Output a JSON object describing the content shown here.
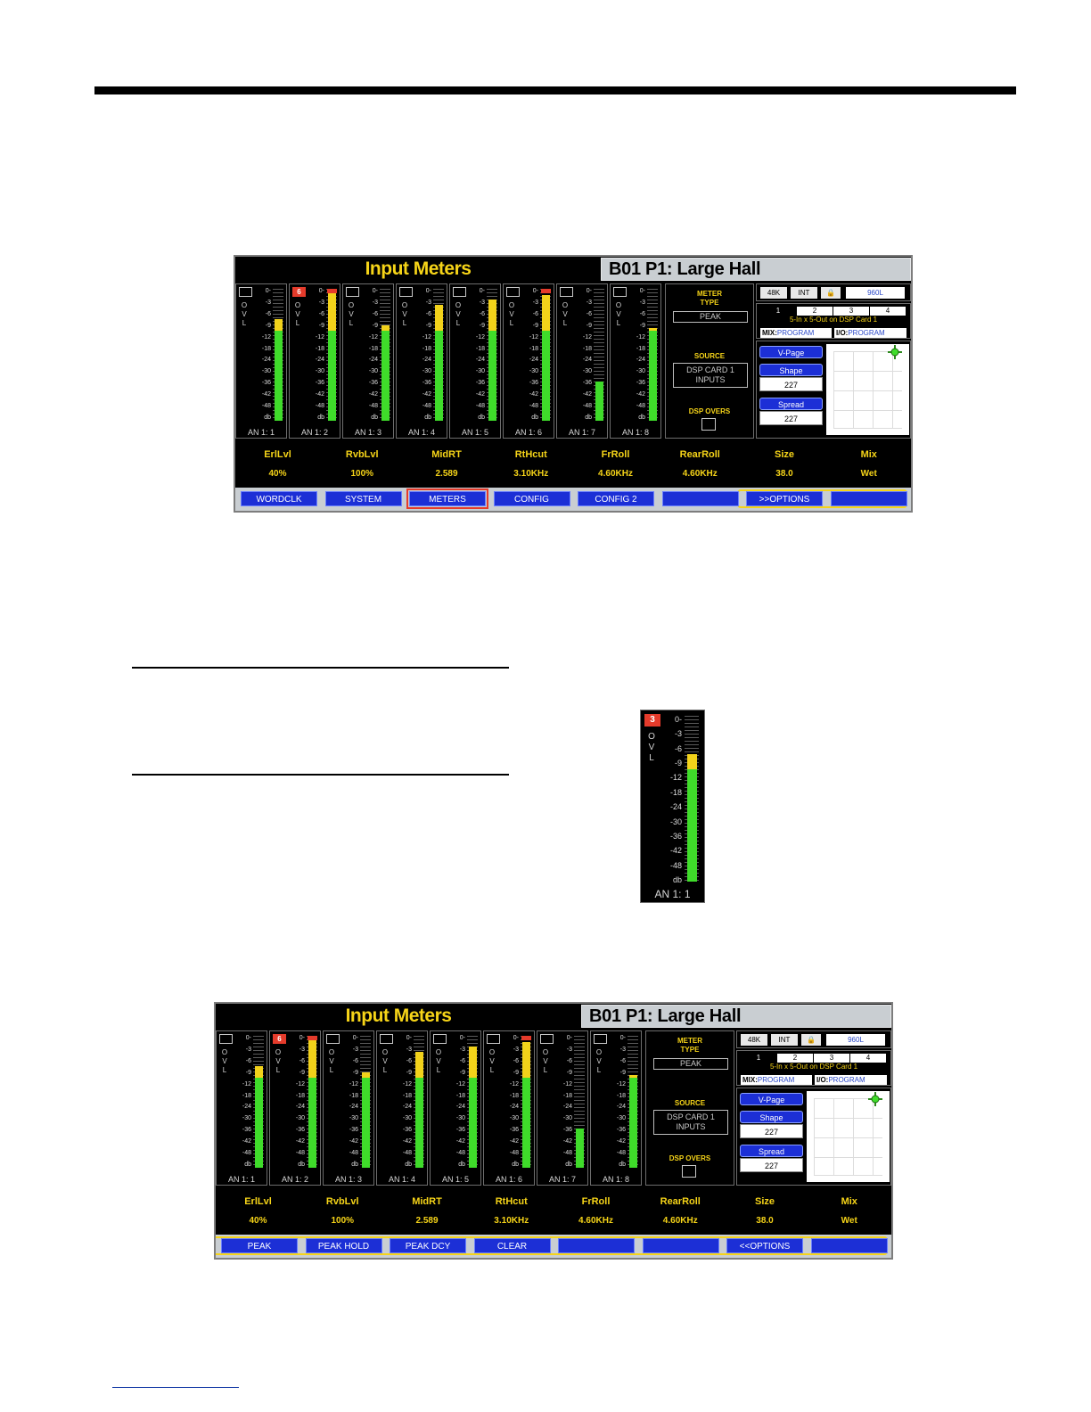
{
  "title": "Input Meters",
  "preset": "B01 P1: Large Hall",
  "scale_ticks": [
    "0-",
    "-3",
    "-6",
    "-9",
    "-12",
    "-18",
    "-24",
    "-30",
    "-36",
    "-42",
    "-48",
    "db"
  ],
  "ovl_letters": [
    "O",
    "V",
    "L"
  ],
  "meters": [
    {
      "label": "AN 1: 1",
      "level": 0.77,
      "ovl": "",
      "peak": false
    },
    {
      "label": "AN 1: 2",
      "level": 0.97,
      "ovl": "6",
      "peak": true
    },
    {
      "label": "AN 1: 3",
      "level": 0.72,
      "ovl": "",
      "peak": false
    },
    {
      "label": "AN 1: 4",
      "level": 0.88,
      "ovl": "",
      "peak": false
    },
    {
      "label": "AN 1: 5",
      "level": 0.92,
      "ovl": "",
      "peak": false
    },
    {
      "label": "AN 1: 6",
      "level": 0.95,
      "ovl": "",
      "peak": true
    },
    {
      "label": "AN 1: 7",
      "level": 0.3,
      "ovl": "",
      "peak": false
    },
    {
      "label": "AN 1: 8",
      "level": 0.7,
      "ovl": "",
      "peak": false
    }
  ],
  "meter_type": {
    "caption1": "METER",
    "caption2": "TYPE",
    "value": "PEAK"
  },
  "source": {
    "caption": "SOURCE",
    "line1": "DSP CARD 1",
    "line2": "INPUTS"
  },
  "dsp_overs": "DSP OVERS",
  "status": {
    "rate": "48K",
    "clock": "INT",
    "lock": "🔒",
    "mode": "960L"
  },
  "routing": {
    "cells": [
      "1",
      "2",
      "3",
      "4"
    ],
    "desc": "5-In x 5-Out on DSP Card 1",
    "mix_label": "MIX:",
    "mix_value": "PROGRAM",
    "io_label": "I/O:",
    "io_value": "PROGRAM"
  },
  "vpage": {
    "label": "V-Page",
    "shape_label": "Shape",
    "shape_value": "227",
    "spread_label": "Spread",
    "spread_value": "227"
  },
  "params": [
    {
      "name": "ErlLvl",
      "value": "40%"
    },
    {
      "name": "RvbLvl",
      "value": "100%"
    },
    {
      "name": "MidRT",
      "value": "2.589"
    },
    {
      "name": "RtHcut",
      "value": "3.10KHz"
    },
    {
      "name": "FrRoll",
      "value": "4.60KHz"
    },
    {
      "name": "RearRoll",
      "value": "4.60KHz"
    },
    {
      "name": "Size",
      "value": "38.0"
    },
    {
      "name": "Mix",
      "value": "Wet"
    }
  ],
  "softkeys1": [
    "WORDCLK",
    "SYSTEM",
    "METERS",
    "CONFIG",
    "CONFIG 2",
    "",
    ">>OPTIONS",
    ""
  ],
  "softkeys2": [
    "PEAK",
    "PEAK HOLD",
    "PEAK DCY",
    "CLEAR",
    "",
    "",
    "<<OPTIONS",
    ""
  ],
  "zoom": {
    "ovl": "3",
    "label": "AN 1: 1",
    "level": 0.77
  },
  "colors": {
    "bar_green": "#3fdc2a",
    "bar_yellow": "#f2d21a",
    "peak_red": "#e53b2b",
    "title_yellow": "#f6d418",
    "button_blue": "#1c2fd6"
  }
}
